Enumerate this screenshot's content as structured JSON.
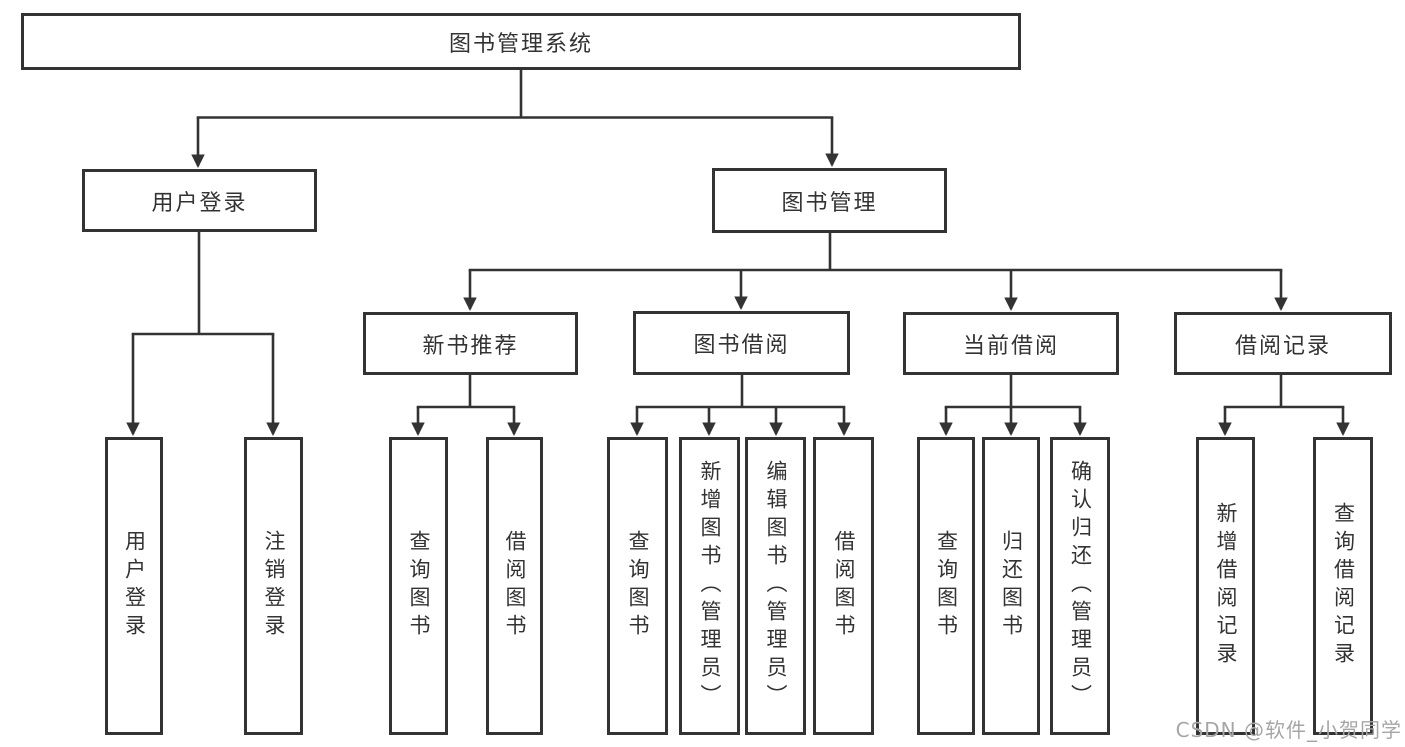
{
  "diagram": {
    "root": {
      "label": "图书管理系统"
    },
    "branches": [
      {
        "label": "用户登录",
        "children": [
          {
            "label": "用户登录"
          },
          {
            "label": "注销登录"
          }
        ]
      },
      {
        "label": "图书管理",
        "children": [
          {
            "label": "新书推荐",
            "children": [
              {
                "label": "查询图书"
              },
              {
                "label": "借阅图书"
              }
            ]
          },
          {
            "label": "图书借阅",
            "children": [
              {
                "label": "查询图书"
              },
              {
                "label": "新增图书（管理员）"
              },
              {
                "label": "编辑图书（管理员）"
              },
              {
                "label": "借阅图书"
              }
            ]
          },
          {
            "label": "当前借阅",
            "children": [
              {
                "label": "查询图书"
              },
              {
                "label": "归还图书"
              },
              {
                "label": "确认归还（管理员）"
              }
            ]
          },
          {
            "label": "借阅记录",
            "children": [
              {
                "label": "新增借阅记录"
              },
              {
                "label": "查询借阅记录"
              }
            ]
          }
        ]
      }
    ]
  },
  "watermark": {
    "text": "CSDN @软件_小贺同学"
  },
  "colors": {
    "line": "#333333",
    "text": "#333333",
    "watermark": "#a6a6a6",
    "background": "#ffffff"
  }
}
